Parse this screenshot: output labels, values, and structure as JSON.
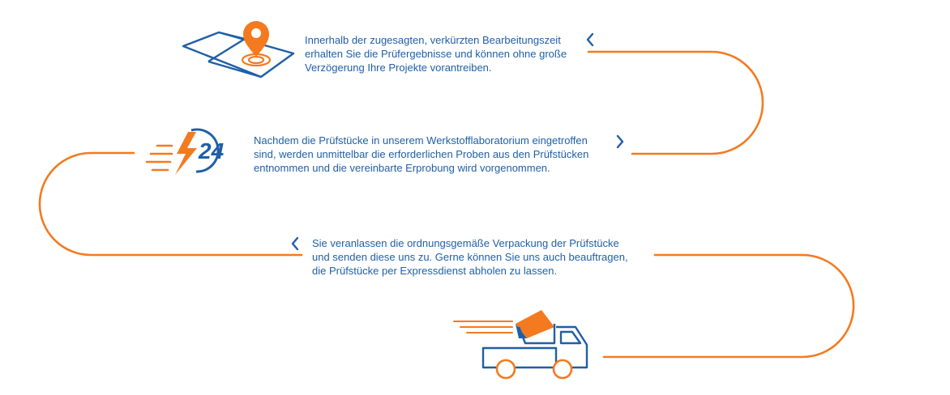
{
  "steps": [
    {
      "icon": "map-pin-icon",
      "lines": [
        "Innerhalb der zugesagten, verkürzten Bearbeitungszeit",
        "erhalten Sie die Prüfergebnisse und können ohne große",
        "Verzögerung Ihre Projekte vorantreiben."
      ]
    },
    {
      "icon": "express-24-icon",
      "lines": [
        "Nachdem die Prüfstücke in unserem Werkstofflaboratorium eingetroffen",
        "sind, werden unmittelbar die erforderlichen Proben aus den Prüfstücken",
        "entnommen und die vereinbarte Erprobung wird vorgenommen."
      ]
    },
    {
      "icon": "delivery-truck-icon",
      "lines": [
        "Sie veranlassen die ordnungsgemäße Verpackung der Prüfstücke",
        "und senden diese uns zu. Gerne können Sie uns auch beauftragen,",
        "die Prüfstücke per Expressdienst abholen zu lassen."
      ]
    }
  ],
  "colors": {
    "orange": "#f47a20",
    "blue": "#1f5fa6"
  }
}
